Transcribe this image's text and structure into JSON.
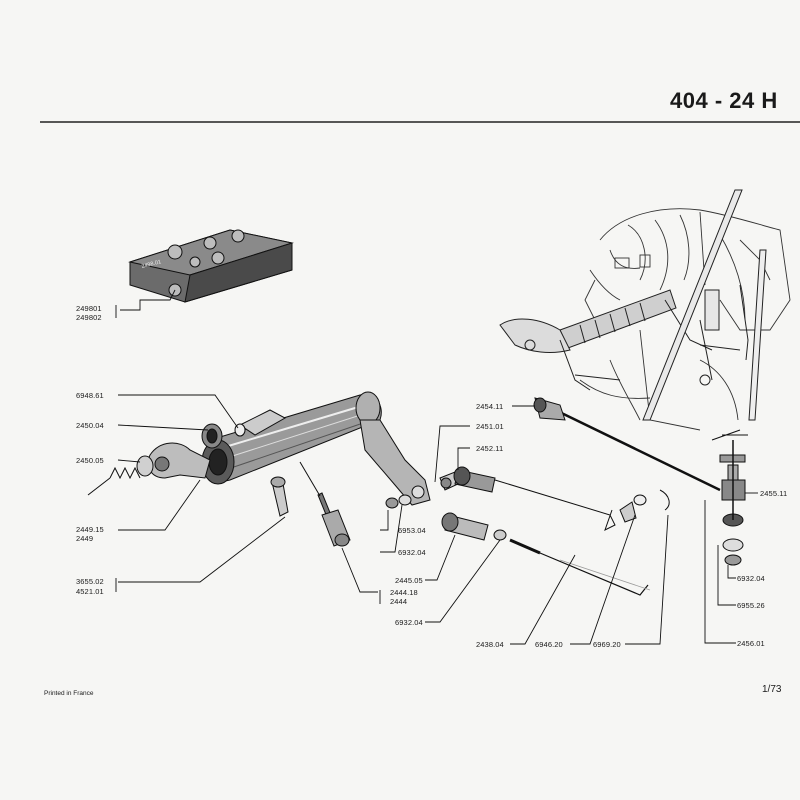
{
  "title": "404 - 24 H",
  "footer": "Printed in France",
  "page_number": "1/73",
  "box_marking": "2498.01",
  "labels": {
    "p249801": "249801",
    "p249802": "249802",
    "p694861": "6948.61",
    "p245004": "2450.04",
    "p245005": "2450.05",
    "p244915": "2449.15",
    "p2449": "2449",
    "p365502": "3655.02",
    "p452101": "4521.01",
    "p695304": "6953.04",
    "p693204a": "6932.04",
    "p244505": "2445.05",
    "p244418": "2444.18",
    "p2444": "2444",
    "p693204b": "6932.04",
    "p245411": "2454.11",
    "p245101": "2451.01",
    "p245211": "2452.11",
    "p243804": "2438.04",
    "p694620": "6946.20",
    "p696920": "6969.20",
    "p245511": "2455.11",
    "p693204c": "6932.04",
    "p695526": "6955.26",
    "p245601": "2456.01"
  }
}
